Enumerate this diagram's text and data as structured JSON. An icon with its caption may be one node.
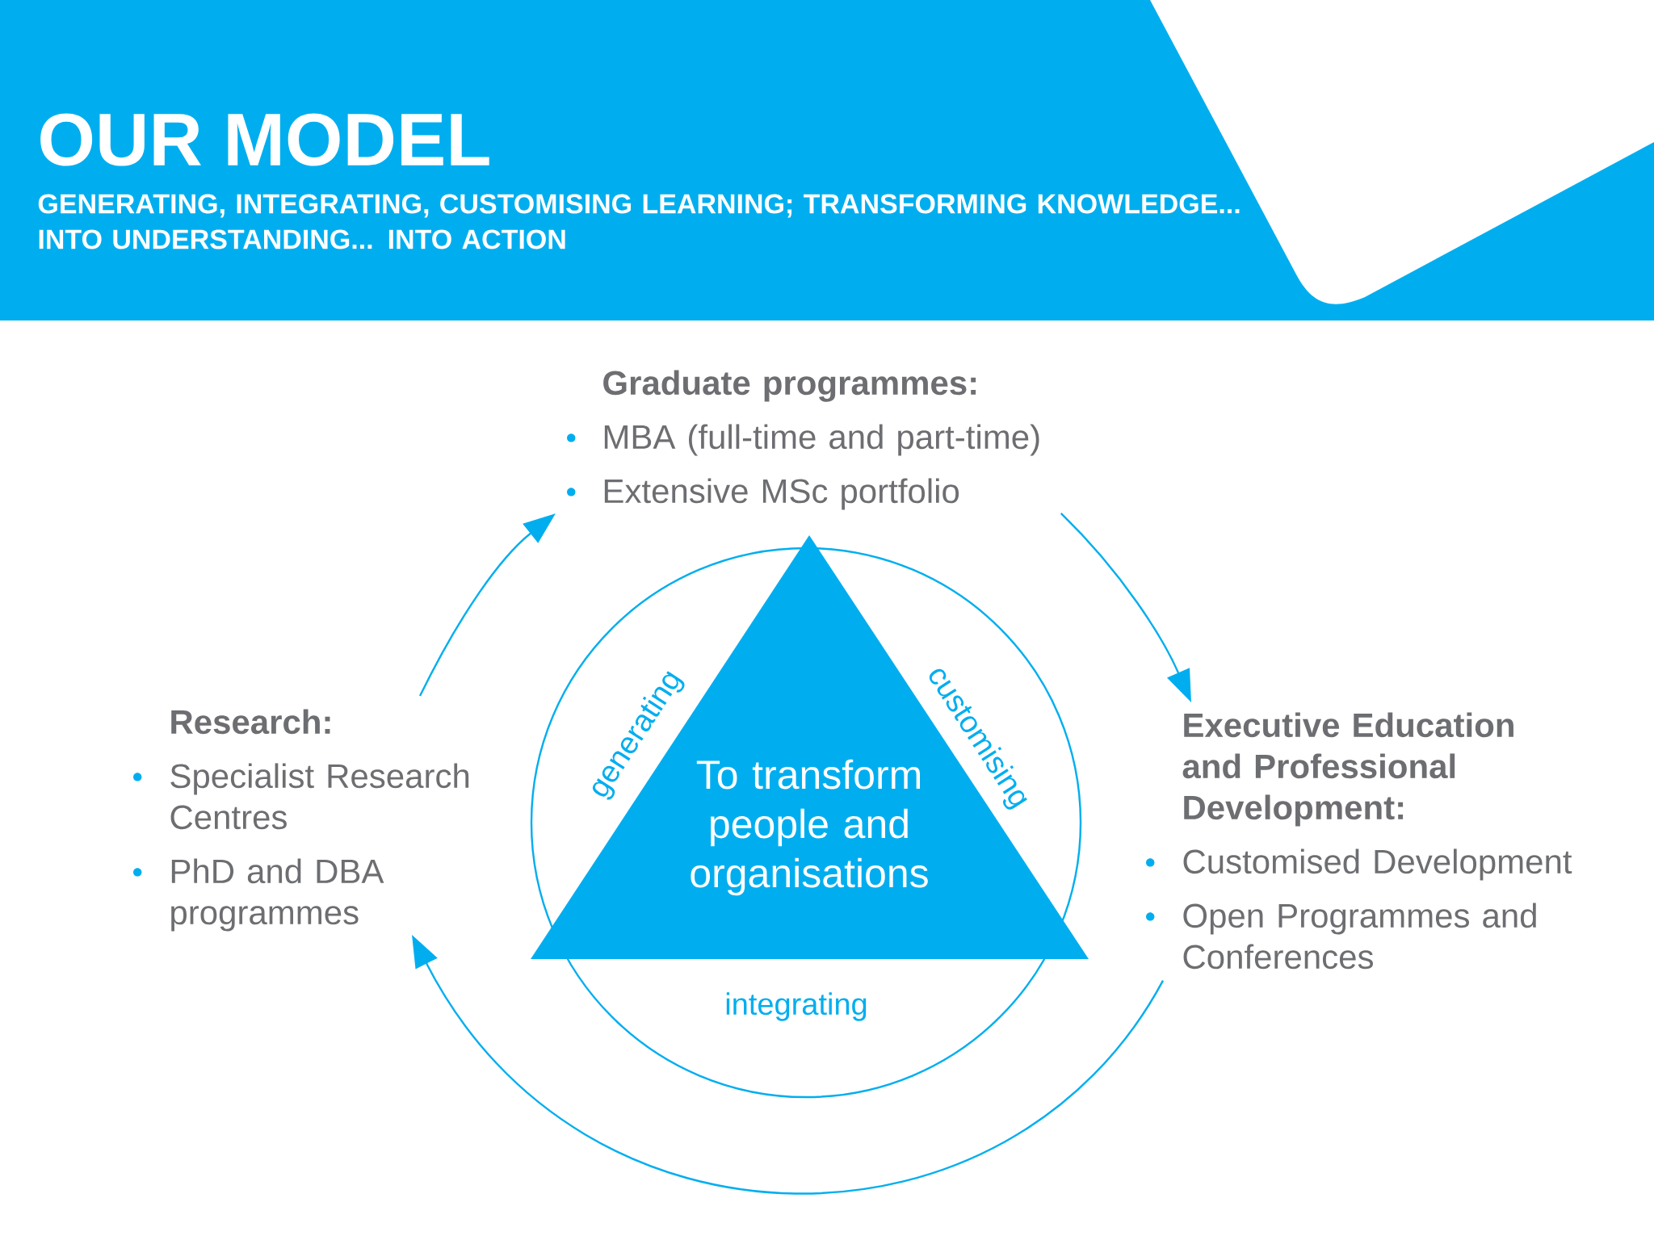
{
  "diagram": {
    "title": "OUR MODEL",
    "nodes": [
      {
        "text": [
          "Graduate programmes:",
          "MBA (full-time and part-time)",
          "Extensive MSc portfolio"
        ]
      },
      {
        "text": [
          "Research:",
          "Specialist Research Centres",
          "PhD and DBA programmes"
        ]
      },
      {
        "text": [
          "To transform people and organisations"
        ]
      },
      {
        "text": [
          "Executive Education and Professional Development:",
          "Customised Development",
          "Open Programmes and Conferences"
        ]
      }
    ],
    "edges": [
      {
        "from": 1,
        "to": 0,
        "arrow": "to"
      },
      {
        "from": 0,
        "to": 3,
        "arrow": "to"
      },
      {
        "from": 3,
        "to": 1,
        "arrow": "to"
      }
    ],
    "labels": [
      "GENERATING, INTEGRATING, CUSTOMISING LEARNING; TRANSFORMING KNOWLEDGE... INTO UNDERSTANDING... INTO ACTION",
      "generating",
      "customising",
      "integrating"
    ]
  }
}
